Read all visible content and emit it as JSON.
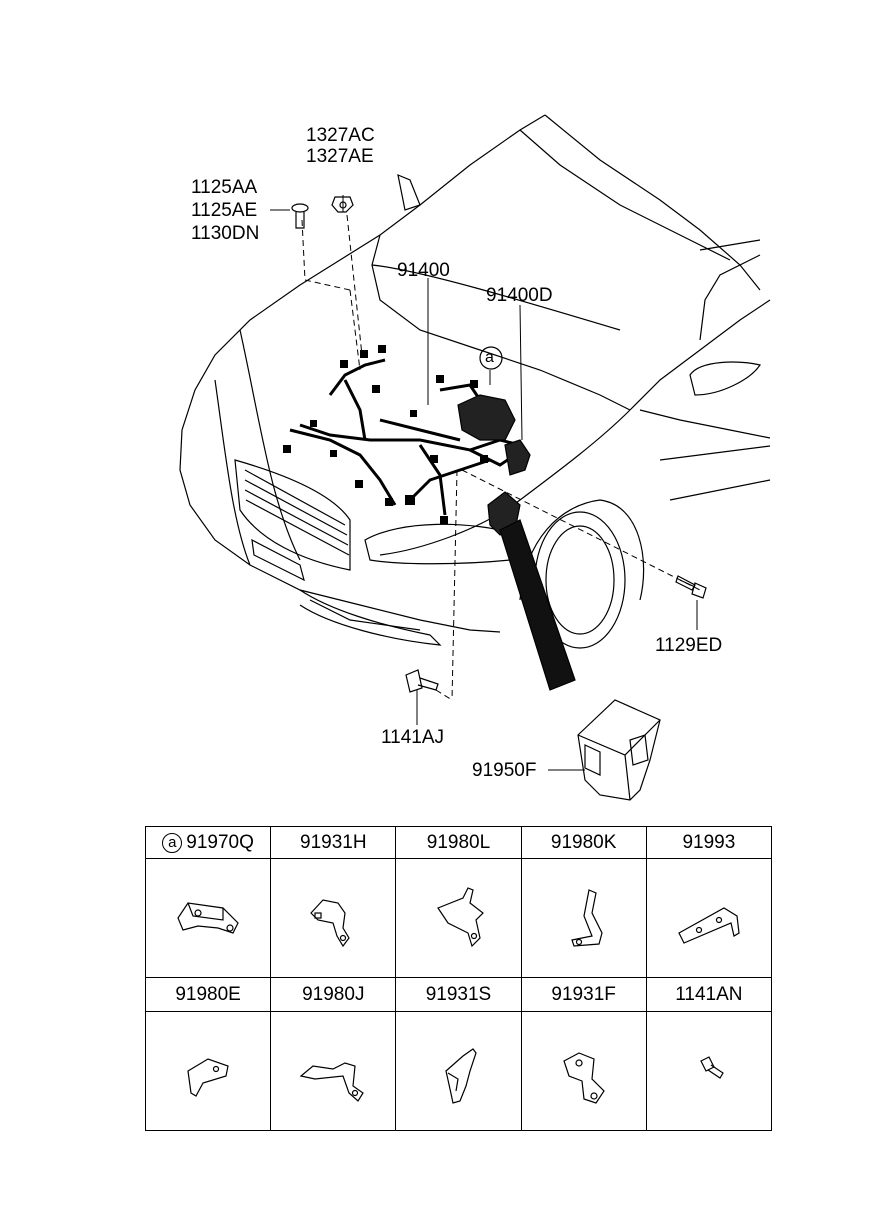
{
  "callouts": {
    "c_1327AC": "1327AC",
    "c_1327AE": "1327AE",
    "c_1125AA": "1125AA",
    "c_1125AE": "1125AE",
    "c_1130DN": "1130DN",
    "c_91400": "91400",
    "c_91400D": "91400D",
    "c_a": "a",
    "c_1129ED": "1129ED",
    "c_1141AJ": "1141AJ",
    "c_91950F": "91950F"
  },
  "parts_table": {
    "row1": [
      {
        "marker": "a",
        "code": "91970Q"
      },
      {
        "marker": "",
        "code": "91931H"
      },
      {
        "marker": "",
        "code": "91980L"
      },
      {
        "marker": "",
        "code": "91980K"
      },
      {
        "marker": "",
        "code": "91993"
      }
    ],
    "row2": [
      {
        "marker": "",
        "code": "91980E"
      },
      {
        "marker": "",
        "code": "91980J"
      },
      {
        "marker": "",
        "code": "91931S"
      },
      {
        "marker": "",
        "code": "91931F"
      },
      {
        "marker": "",
        "code": "1141AN"
      }
    ]
  }
}
